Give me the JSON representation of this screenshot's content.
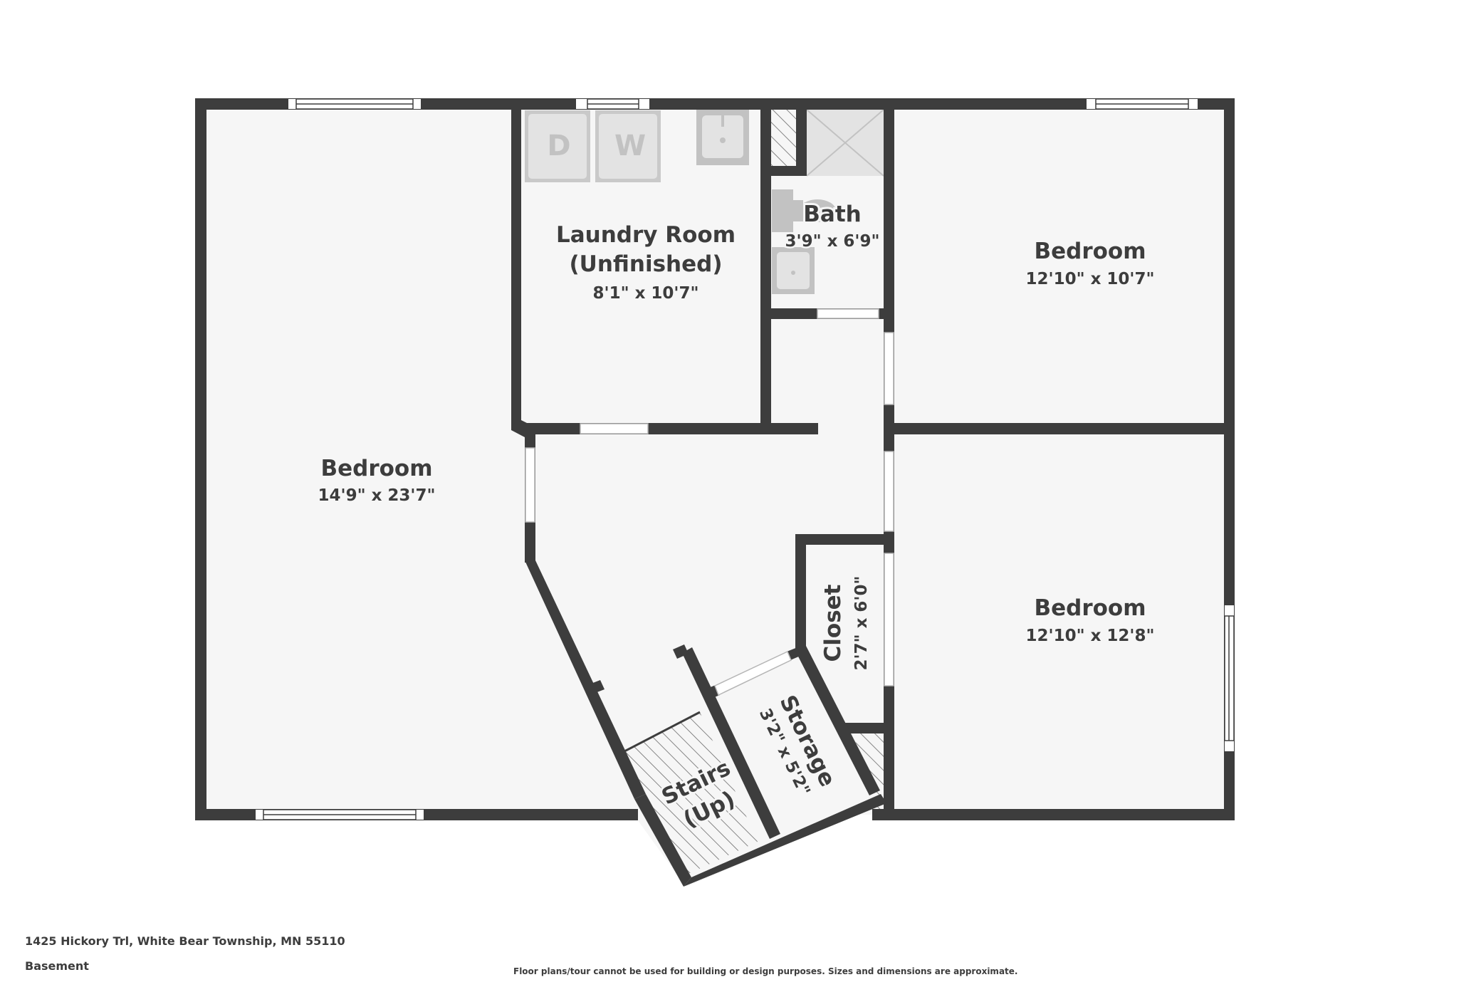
{
  "plan": {
    "level": "Basement",
    "address": "1425 Hickory Trl, White Bear Township, MN 55110",
    "disclaimer": "Floor plans/tour cannot be used for building or design purposes. Sizes and dimensions are approximate.",
    "colors": {
      "wall": "#3d3d3d",
      "floor": "#f6f6f6",
      "fixture": "#c2c2c2",
      "fixture_fill": "#e3e3e3",
      "text": "#3d3d3d",
      "opening": "#ffffff"
    },
    "rooms": [
      {
        "id": "bedroom-west",
        "name": "Bedroom",
        "dimensions": "14'9\" x 23'7\""
      },
      {
        "id": "laundry",
        "name_line1": "Laundry Room",
        "name_line2": "(Unfinished)",
        "dimensions": "8'1\" x 10'7\""
      },
      {
        "id": "bath",
        "name": "Bath",
        "dimensions": "3'9\" x 6'9\""
      },
      {
        "id": "bedroom-ne",
        "name": "Bedroom",
        "dimensions": "12'10\" x 10'7\""
      },
      {
        "id": "bedroom-se",
        "name": "Bedroom",
        "dimensions": "12'10\" x 12'8\""
      },
      {
        "id": "closet",
        "name": "Closet",
        "dimensions": "2'7\" x 6'0\""
      },
      {
        "id": "storage",
        "name": "Storage",
        "dimensions": "3'2\" x 5'2\""
      },
      {
        "id": "stairs",
        "name_line1": "Stairs",
        "name_line2": "(Up)"
      }
    ],
    "fixtures": {
      "dryer_label": "D",
      "washer_label": "W"
    }
  }
}
